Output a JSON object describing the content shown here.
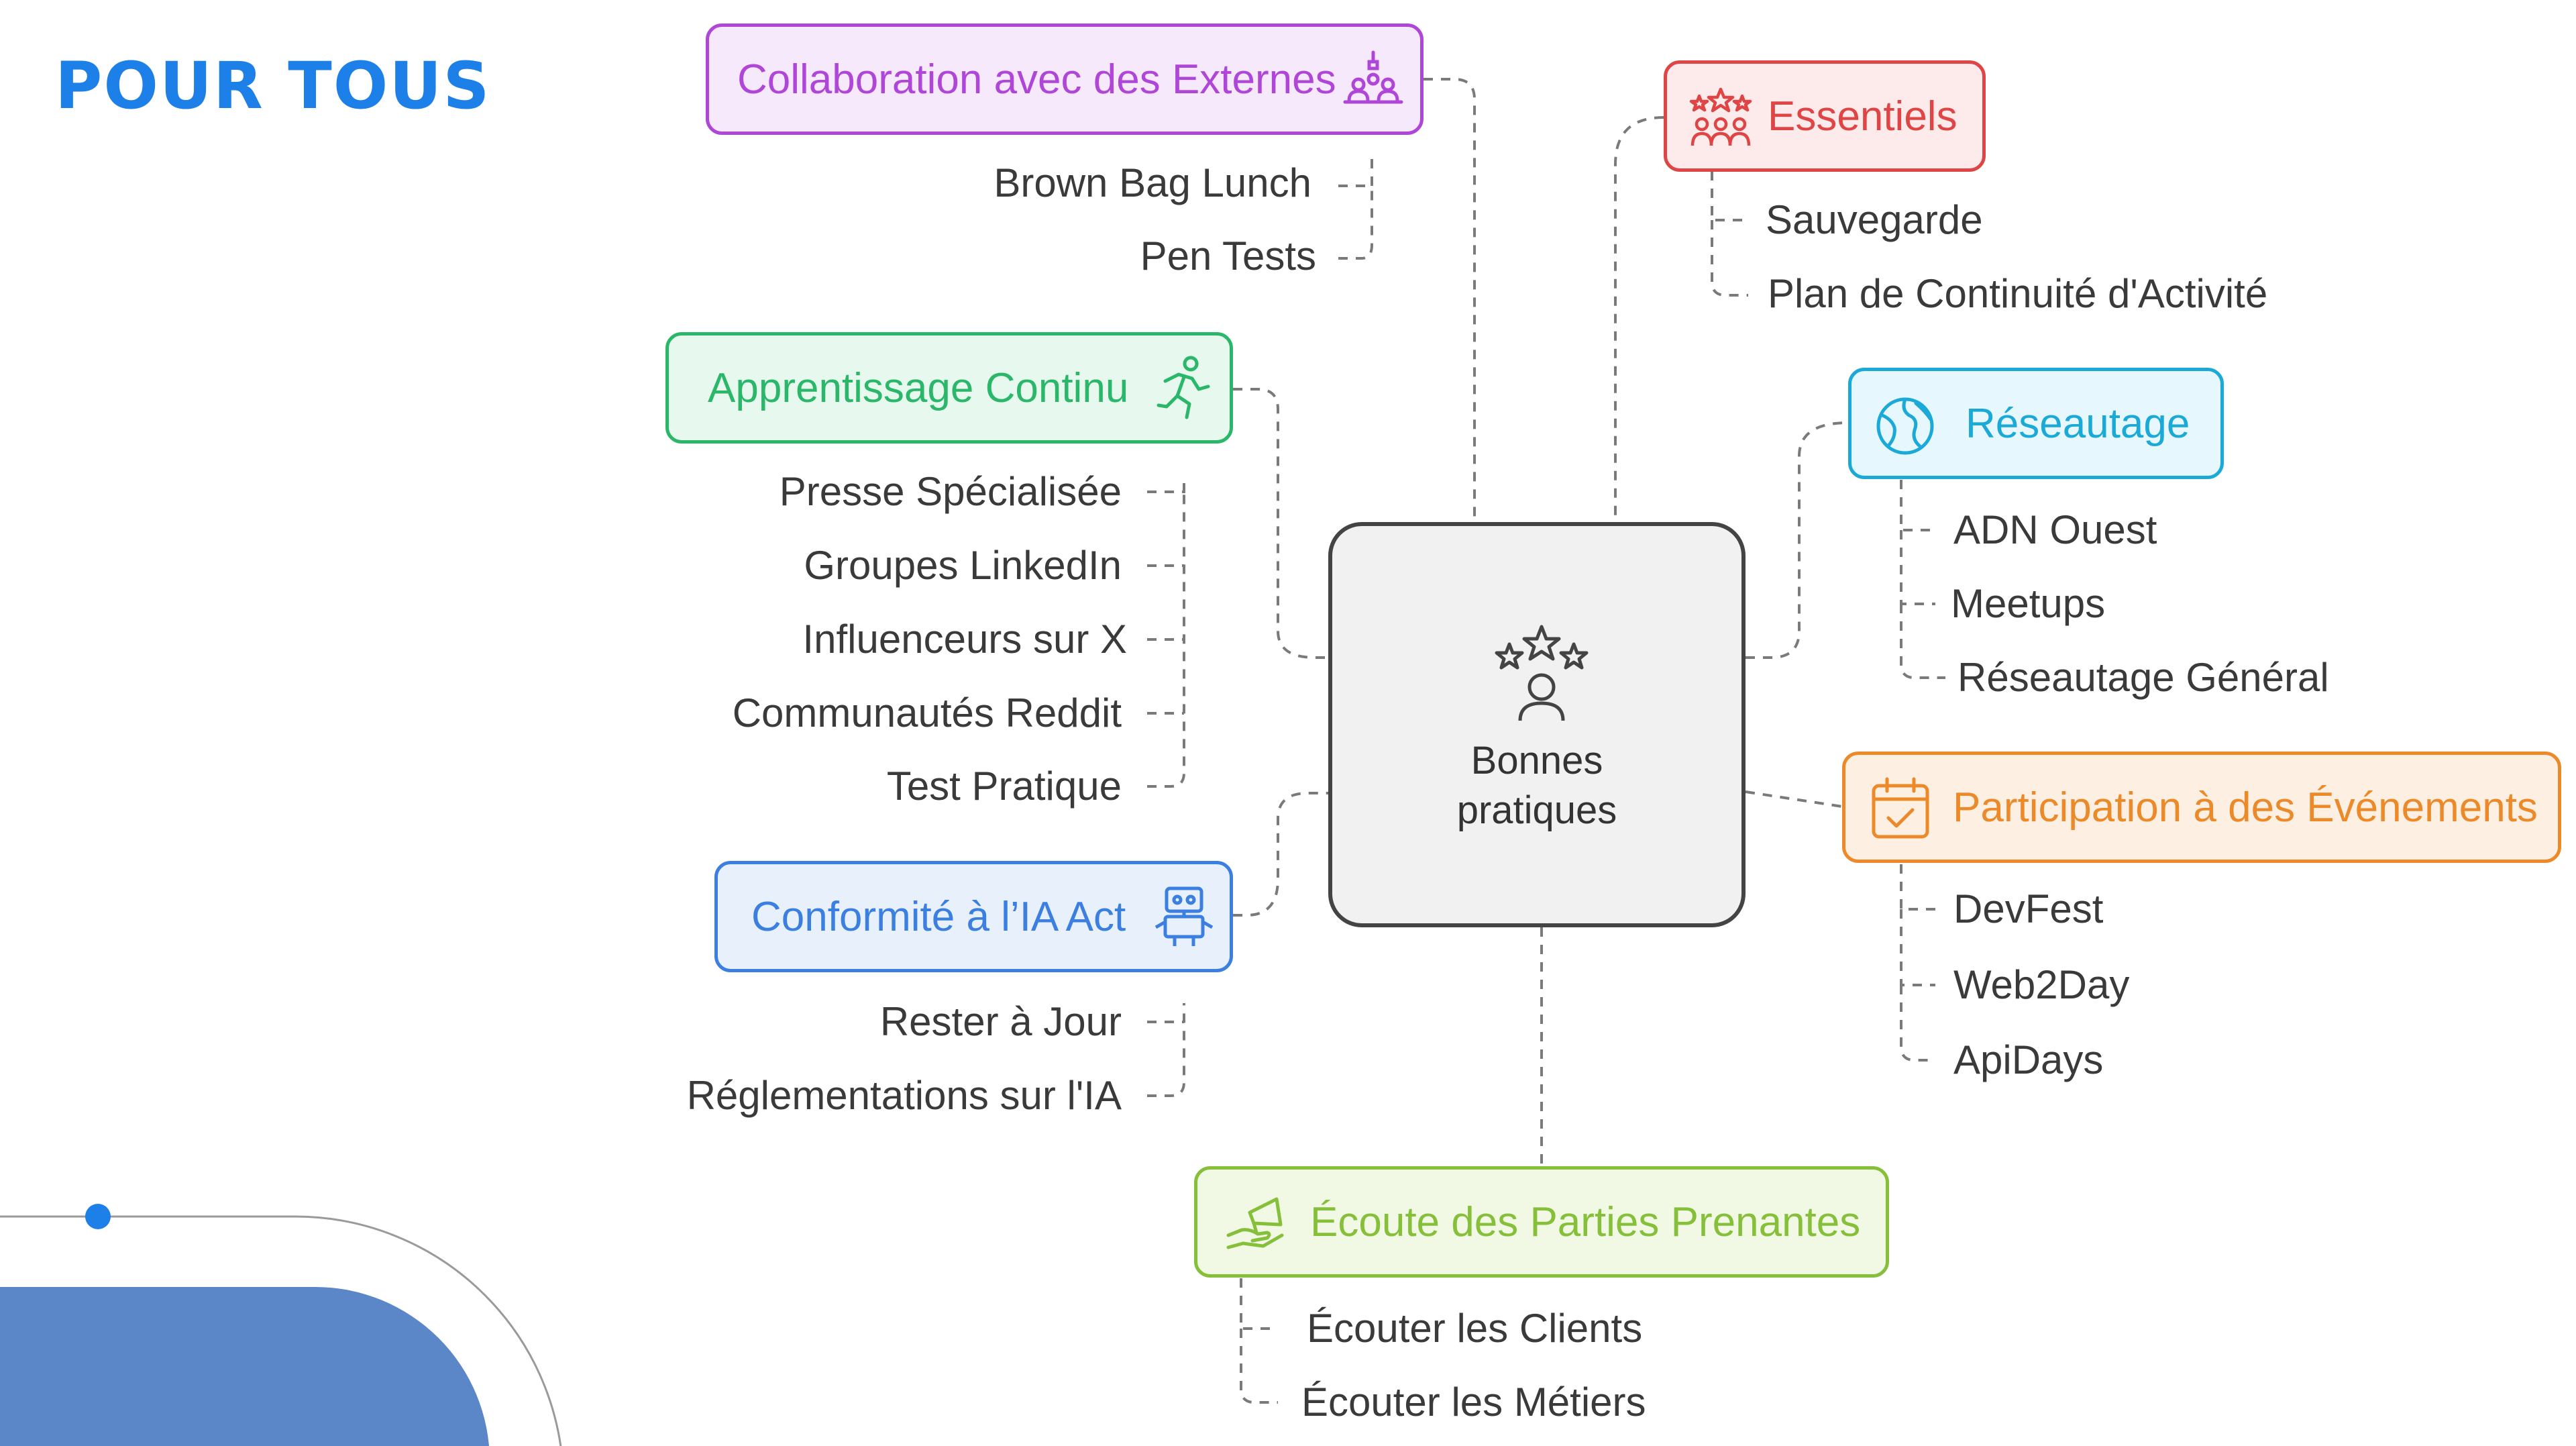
{
  "title": "POUR TOUS",
  "center": {
    "label_line1": "Bonnes",
    "label_line2": "pratiques",
    "icon": "person-stars-icon"
  },
  "branches": {
    "collaboration": {
      "label": "Collaboration avec des Externes",
      "icon": "people-meeting-icon",
      "color": "#b046d8",
      "items": [
        "Brown Bag Lunch",
        "Pen Tests"
      ]
    },
    "apprentissage": {
      "label": "Apprentissage Continu",
      "icon": "running-person-icon",
      "color": "#2bb769",
      "items": [
        "Presse Spécialisée",
        "Groupes LinkedIn",
        "Influenceurs sur X",
        "Communautés Reddit",
        "Test Pratique"
      ]
    },
    "conformite": {
      "label": "Conformité à l’IA Act",
      "icon": "robot-icon",
      "color": "#3b7fe0",
      "items": [
        "Rester à Jour",
        "Réglementations sur l'IA"
      ]
    },
    "essentiels": {
      "label": "Essentiels",
      "icon": "team-stars-icon",
      "color": "#e04545",
      "items": [
        "Sauvegarde",
        "Plan de Continuité d'Activité"
      ]
    },
    "reseautage": {
      "label": "Réseautage",
      "icon": "globe-icon",
      "color": "#1ba9d8",
      "items": [
        "ADN Ouest",
        "Meetups",
        "Réseautage Général"
      ]
    },
    "evenements": {
      "label": "Participation à des Événements",
      "icon": "calendar-check-icon",
      "color": "#ec8a2a",
      "items": [
        "DevFest",
        "Web2Day",
        "ApiDays"
      ]
    },
    "ecoute": {
      "label": "Écoute des Parties Prenantes",
      "icon": "hand-megaphone-icon",
      "color": "#86bf3a",
      "items": [
        "Écouter les Clients",
        "Écouter les Métiers"
      ]
    }
  },
  "colors": {
    "title": "#1d7fe8",
    "decor_blue": "#5b86c8",
    "decor_dot": "#1d7fe8",
    "connector": "#7a7a7a"
  }
}
